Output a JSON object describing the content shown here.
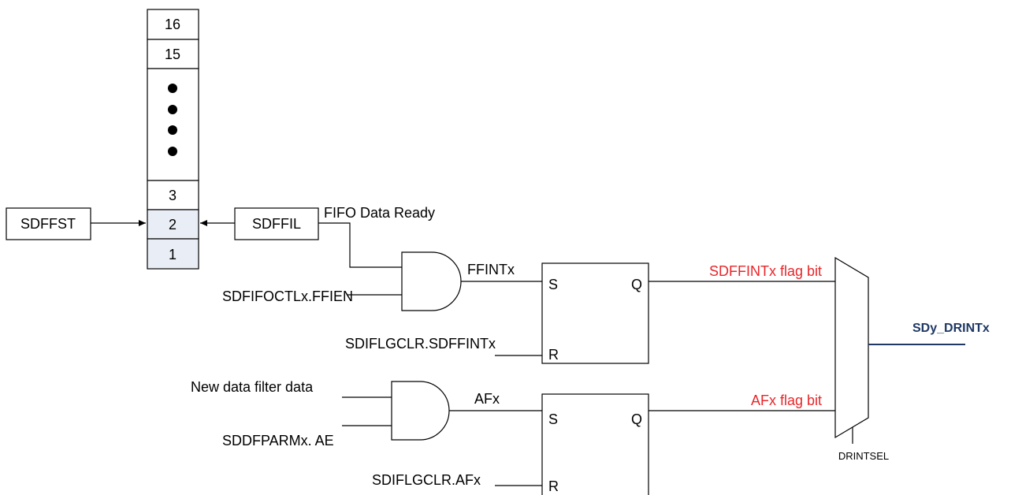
{
  "fifo": {
    "cells": [
      "16",
      "15",
      "3",
      "2",
      "1"
    ]
  },
  "blocks": {
    "sdffst": "SDFFST",
    "sdffil": "SDFFIL"
  },
  "labels": {
    "fifo_data_ready": "FIFO Data Ready",
    "ffien": "SDFIFOCTLx.FFIEN",
    "ffintx": "FFINTx",
    "sdffintx_clr": "SDIFLGCLR.SDFFINTx",
    "new_data": "New data filter data",
    "ae": "SDDFPARMx. AE",
    "afx": "AFx",
    "afx_clr": "SDIFLGCLR.AFx",
    "sdffintx_flag": "SDFFINTx flag bit",
    "afx_flag": "AFx flag bit",
    "output": "SDy_DRINTx",
    "drintsel": "DRINTSEL"
  },
  "ff1": {
    "s": "S",
    "q": "Q",
    "r": "R"
  },
  "ff2": {
    "s": "S",
    "q": "Q",
    "r": "R"
  },
  "colors": {
    "flag_text": "#e8262a",
    "output_text": "#1f3864",
    "highlight_fill": "#e9eef6"
  }
}
